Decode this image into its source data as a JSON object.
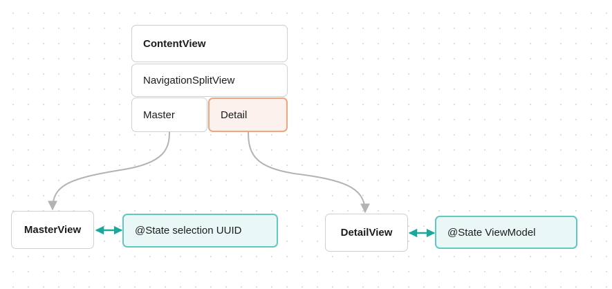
{
  "diagram": {
    "nodes": {
      "content_view": "ContentView",
      "navigation_split_view": "NavigationSplitView",
      "master_tab": "Master",
      "detail_tab": "Detail",
      "master_view": "MasterView",
      "master_state": "@State selection UUID",
      "detail_view": "DetailView",
      "detail_state": "@State ViewModel"
    },
    "edges": [
      {
        "from": "Master",
        "to": "MasterView",
        "style": "curved-arrow"
      },
      {
        "from": "Detail",
        "to": "DetailView",
        "style": "curved-arrow"
      },
      {
        "from": "MasterView",
        "to": "@State selection UUID",
        "style": "bidirectional-arrow"
      },
      {
        "from": "DetailView",
        "to": "@State ViewModel",
        "style": "bidirectional-arrow"
      }
    ],
    "colors": {
      "node_border": "#cfcfcf",
      "detail_fill": "#fcf1ec",
      "detail_border": "#efa57f",
      "state_fill": "#e9f7f6",
      "state_border": "#5fc9c1",
      "connector_gray": "#b3b3b3",
      "binding_teal": "#1aa89a",
      "grid_dot": "#dcdcdc"
    }
  }
}
